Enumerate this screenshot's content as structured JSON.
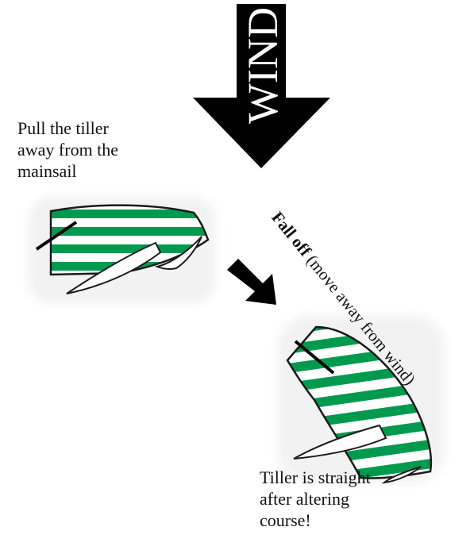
{
  "wind_label": "WIND",
  "top_instruction": [
    "Pull the tiller",
    "away from the",
    "mainsail"
  ],
  "bottom_note": [
    "Tiller is straight",
    "after altering",
    "course!"
  ],
  "diagonal_label": {
    "bold": "Fall off",
    "rest": " (move away from wind)"
  },
  "colors": {
    "hull_stripe": "#009a4e",
    "outline": "#1a1a1a",
    "arrow": "#000000",
    "wind_text": "#ffffff"
  }
}
